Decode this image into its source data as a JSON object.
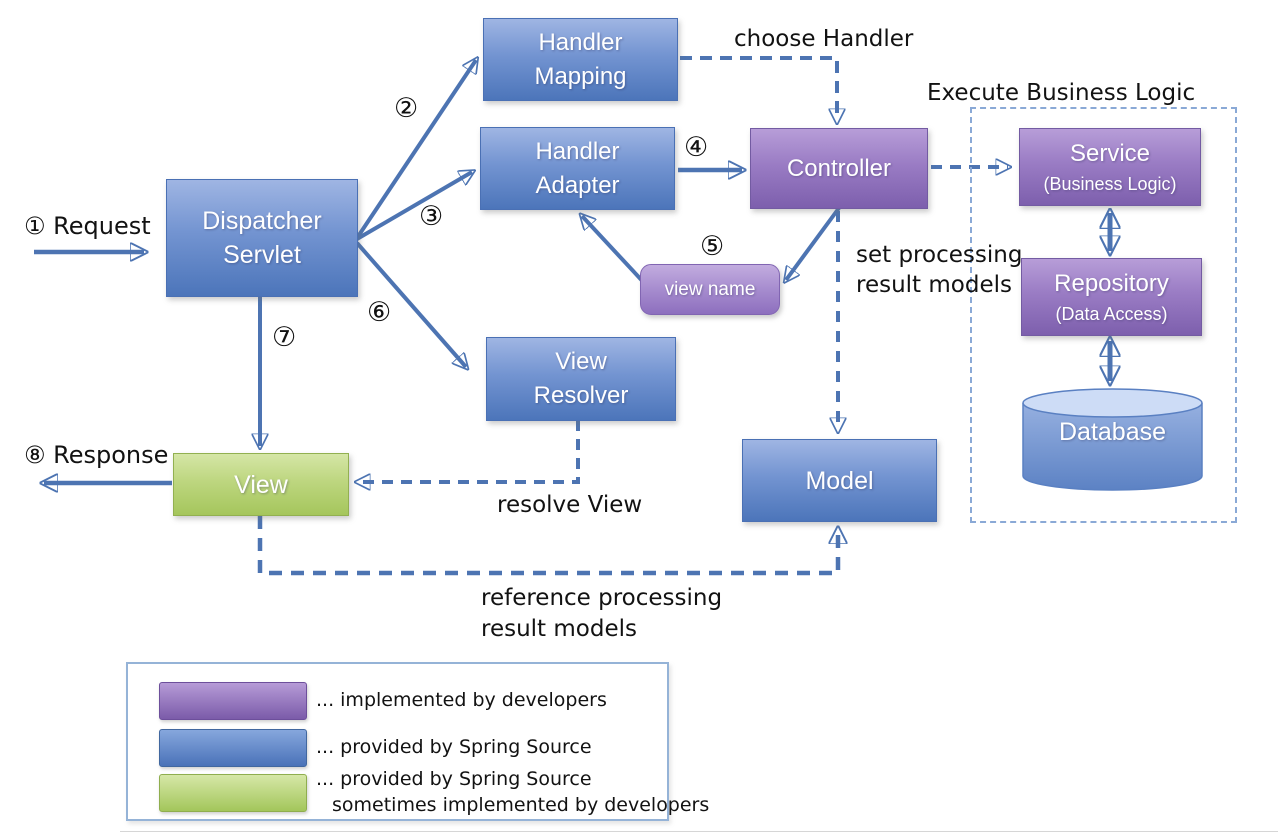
{
  "flow": {
    "request_label": "① Request",
    "response_label": "⑧ Response",
    "steps": {
      "s2": "②",
      "s3": "③",
      "s4": "④",
      "s5": "⑤",
      "s6": "⑥",
      "s7": "⑦"
    }
  },
  "annotations": {
    "choose_handler": "choose Handler",
    "execute_business_logic": "Execute Business Logic",
    "set_processing": [
      "set processing",
      "result models"
    ],
    "resolve_view": "resolve View",
    "reference_processing": [
      "reference processing",
      "result models"
    ]
  },
  "nodes": {
    "handler_mapping": [
      "Handler",
      "Mapping"
    ],
    "handler_adapter": [
      "Handler",
      "Adapter"
    ],
    "dispatcher_servlet": [
      "Dispatcher",
      "Servlet"
    ],
    "controller": "Controller",
    "view_name": "view name",
    "view_resolver": [
      "View",
      "Resolver"
    ],
    "view": "View",
    "model": "Model",
    "service": {
      "title": "Service",
      "subtitle": "(Business Logic)"
    },
    "repository": {
      "title": "Repository",
      "subtitle": "(Data Access)"
    },
    "database": "Database"
  },
  "legend": {
    "items": [
      {
        "color": "purple",
        "line1": "... implemented by developers",
        "line2": ""
      },
      {
        "color": "blue",
        "line1": "... provided by Spring Source",
        "line2": ""
      },
      {
        "color": "green",
        "line1": "... provided by Spring Source",
        "line2": "sometimes implemented by developers"
      }
    ]
  },
  "colors": {
    "blue_box": "#4c75ba",
    "purple_box": "#7d5fad",
    "green_box": "#a5c65c",
    "arrow_blue": "#4d74b2",
    "text_dark": "#121212"
  }
}
